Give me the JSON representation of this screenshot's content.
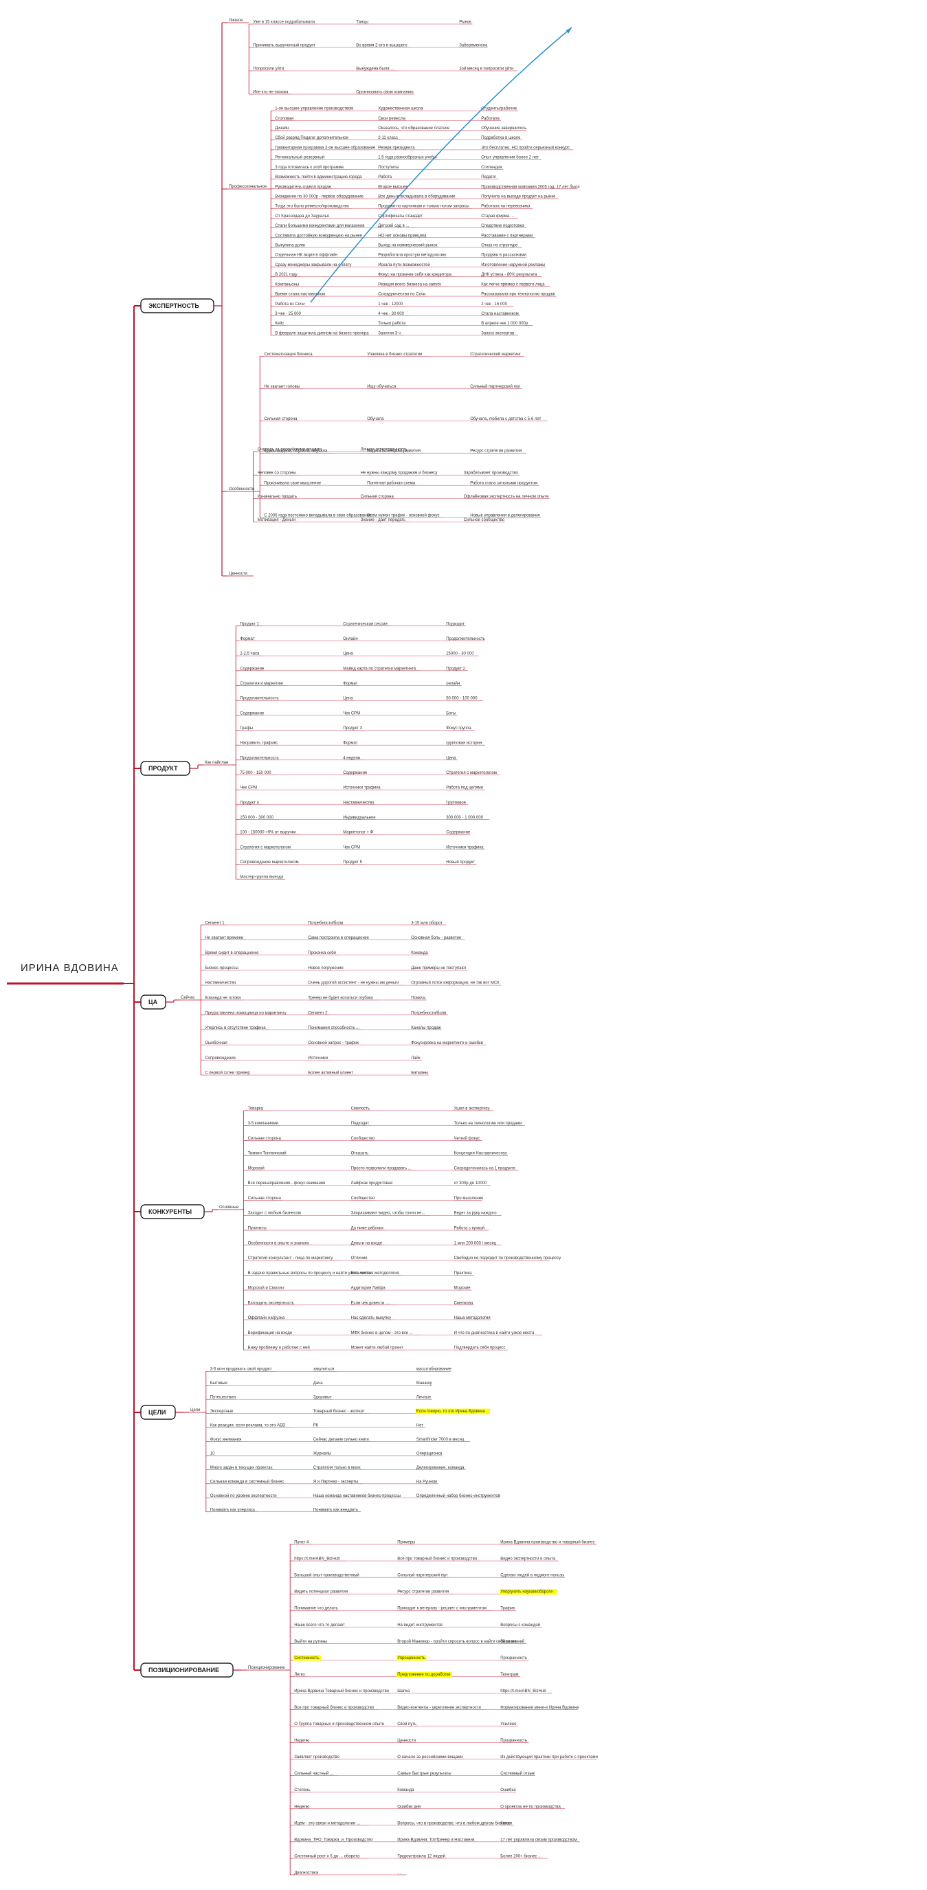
{
  "root": {
    "text": "ИРИНА ВДОВИНА"
  },
  "branches": [
    {
      "id": "expert",
      "label": "ЭКСПЕРТНОСТЬ",
      "groups": [
        {
          "label": "Личное",
          "items": [
            "Уже в 15 классе подрабатывала",
            "Танцы",
            "Рынок",
            "Принимать вырученный продукт",
            "Во время 2-ого в вышшего",
            "Забеременела",
            "Попросили уйти",
            "Вынуждена была ...",
            "2ой месяц в попросили уйти",
            "Ипе кто не похожа",
            "Организовать свою компанию"
          ]
        },
        {
          "label": "Профессиональное",
          "items": [
            "1-ое высшее управление производством",
            "Художественная школа",
            "Студенты/рабочие",
            "Столовая",
            "Свои ремесла",
            "Работала",
            "Дизайн",
            "Оказалось, что образование платное",
            "Обучение завершилось",
            "Сбой разряд Педагог дополнительное",
            "2-11 класс",
            "Подработка в школе",
            "Гуманитарная программа 2-ое высшее образование",
            "Резерв президента",
            "Это бесплатно, НО пройти серьезный конкурс",
            "Региональный резервный",
            "1.5 года разнообразных учебы",
            "Опыт управления более 2 лет",
            "3 года готовилась к этой программе",
            "Поступила",
            "Стипендия",
            "Возможность пойти в администрацию города",
            "Работа",
            "Педагог",
            "Руководитель отдела продаж",
            "Второе высшее",
            "Производственная компания 2005 год. 17 лет была",
            "Вхождение по 30 000р - первое оборудование",
            "Все деньги вкладывала в оборудование",
            "Получила на выходе продукт на рынке",
            "Тогда это было ремесло/производство",
            "Продажи по картинкам и только потом запросы",
            "Работала на перевозчика",
            "От Краснодара до Зауралья",
            "Сертификаты стандарт",
            "Старая фирма ...",
            "Стали большими конкурентами для магазинов",
            "Детский сад в ...",
            "Следствие подготовка",
            "Составила достойную конкуренцию на рынке",
            "НО нет основы принципа",
            "Расставание с партнерами",
            "Выкупила долю",
            "Выход на коммерческий рынок",
            "Отказ по структуре",
            "Отдельная НК акция в оффлайн",
            "Разработала простую методологию",
            "Продажи в рассылками",
            "Сразу менеджеры закрывали на оплату",
            "Искала пути возможностей",
            "Изготовление наружной рекламы",
            "В 2021 году",
            "Фокус на прокачке себя как кредитора",
            "ДНК успеха - 80% результата",
            "Компаньоны",
            "Реакция всего бизнеса на запуск",
            "Как легче пример с первого лица",
            "Время стала наставником",
            "Сотрудничество по Сочи",
            "Рассказывала про технологию продаж",
            "Работа из Сочи",
            "1 чек - 12000",
            "2 чек - 15 000",
            "3 чек - 25 000",
            "4 чек - 30 000",
            "Стала наставником",
            "Кейс",
            "Только работа",
            "В апреле чек 1 000 000р",
            "В феврале защитила диплом на бизнес-тренера",
            "Занятия 3 ч",
            "Запуск экспертов"
          ]
        },
        {
          "label": "Особенности",
          "items": [
            "Систематизация бизнеса",
            "Упаковка в бизнес-стратегии",
            "Стратегический маркетинг",
            "Не хватает головы",
            "Ищу обучаться",
            "Сильный партнерский пул",
            "Сильная сторона",
            "Обучала",
            "Обучала, любила с детства с 5-6 лет",
            "Курсы модели, обучала, обучала",
            "Видеть потенциал развития",
            "Ресурс стратегии развития",
            "Прокачивала свое мышление",
            "Понятная рабочая схема",
            "Работа стала сильными продуктом",
            "С 2005 года постоянно вкладывала в свое образование",
            "Всем нужен трафик - основной фокус",
            "Новые управления в делегирования"
          ]
        },
        {
          "label": "Ценности",
          "items": [
            "Мотивация - Деньги",
            "Знание - дает передать",
            "Сильное сообщество",
            "Изначально продать",
            "Сильная сторона",
            "Офлайновая экспертность на личном опыте",
            "Человек со стороны",
            "Не нужны каждому продажам и бизнесу",
            "Зарабатывает производство",
            "Очередь за российскими вещами",
            "Личная ответственность"
          ]
        }
      ]
    },
    {
      "id": "product",
      "label": "ПРОДУКТ",
      "groups": [
        {
          "label": "Как пайплан",
          "items": [
            "Продукт 1",
            "Стратегическая сессия",
            "Подходит",
            "Формат",
            "Онлайн",
            "Продолжительность",
            "2-2,5 часа",
            "Цена",
            "25000 - 30 000",
            "Содержание",
            "Майнд карта по стратегии маркетинга",
            "Продукт 2",
            "Стратегия и маркетинг",
            "Формат",
            "онлайн",
            "Продолжительность",
            "Цена",
            "50 000 - 100 000",
            "Содержание",
            "Чек СРМ",
            "Боты",
            "Графы",
            "Продукт 3",
            "Фокус группа",
            "Направить трафикс",
            "Формат",
            "групповая история",
            "Продолжительность",
            "4 недели",
            "Цена",
            "75 000 - 150 000",
            "Содержание",
            "Стратегия с маркетологом",
            "Чек СРМ",
            "Источники трафика",
            "Работа под целями",
            "Продукт 4",
            "Наставничество",
            "Групповое",
            "150 000 - 300 000",
            "Индивидуальное",
            "300 000 - 1 000 000",
            "100 - 150000 +9% от выручки",
            "Маркетолог + Ф",
            "Содержание",
            "Стратегия с маркетологом",
            "Чек СРМ",
            "Источники трафика",
            "Сопровождение маркетологом",
            "Продукт 5",
            "Новый продукт",
            "Мастер-группа выезда"
          ]
        }
      ]
    },
    {
      "id": "ca",
      "label": "ЦА",
      "groups": [
        {
          "label": "Сейчас",
          "items": [
            "Сегмент 1",
            "Потребности/боли",
            "3-15 млн оборот",
            "Не хватает времени",
            "Сама построила в операционке",
            "Основная боль - развитие",
            "Время сидит в операционке",
            "Прокачка себя",
            "Команда",
            "Бизнес-процессы",
            "Новое погружение",
            "Даже примеры не поступают",
            "Наставничество",
            "Очень дорогой ассистент - не нужны им деньги",
            "Огромный поток информации, не так вот МСК",
            "Команда не готова",
            "Тренер не будет копаться глубоко",
            "Помочь",
            "Предоставлена помощница по маркетингу",
            "Сегмент 2",
            "Потребности/боли",
            "Уперлись в отсутствие трафика",
            "Понимания способность ...",
            "Каналы продаж",
            "Ошибочная",
            "Основной запрос - трафик",
            "Фокусировка на маркетинге и ошибки",
            "Сопровождение",
            "Источники",
            "Лайк",
            "С первой сотни пример",
            "Более активный клиент",
            "Батманы"
          ]
        }
      ]
    },
    {
      "id": "competitors",
      "label": "КОНКУРЕНТЫ",
      "groups": [
        {
          "label": "Основные",
          "items": [
            "Товарка",
            "Смелость",
            "Ушел в экспертизу",
            "3-5 компаниями",
            "Подходят",
            "Только на технологию или продажи",
            "Сильная сторона",
            "Сообщество",
            "Четкий фокус",
            "Тимкин Тонгвинский",
            "Отказать",
            "Концепция Наставничества",
            "Морской",
            "Просто позволили продавать ...",
            "Сосредоточилась на 1 продукте",
            "Все перенаправления - фокус внимания",
            "Лайфхак продуктовая",
            "от 300р до 10000",
            "Сильная сторона",
            "Сообщество",
            "Про мышление",
            "Заходит с любым бизнесом",
            "Запрашивают видео, чтобы точно не...",
            "Ведет за руку каждого",
            "Пулинкты",
            "Да ниже рабочих",
            "Работа с кучкой",
            "Особенности в опыте и знаниях",
            "Деньги на входе",
            "1 млн 200 000 / месяц",
            "Стратегий консультант - лица по маркетингу",
            "Отличие",
            "Свободно не подходит по производственному процессу",
            "В задаче правильные вопросы по процессу и найти узкое место",
            "Есть четкая методология",
            "Практика",
            "Морской и Смолич",
            "Аудитория Лайфа",
            "Морские",
            "Вытащить экспертность",
            "Если чек довести ...",
            "Смелкова",
            "Оффлайн нагрузка",
            "Нас сделать выкупку",
            "Наша методология",
            "Верификация на входе",
            "МФК бизнес в целом - это все ...",
            "И что по диагностика в найти узкое места",
            "Вижу проблему и работаю с ней",
            "Может найти любой проект",
            "Подтвердить себя процесс"
          ]
        }
      ]
    },
    {
      "id": "goals",
      "label": "ЦЕЛИ",
      "groups": [
        {
          "label": "Цели",
          "items": [
            "3-5 млн продавать свой продукт",
            "закупиться",
            "масштабирование",
            "Бытовые",
            "Дача",
            "Машину",
            "Путешествия",
            "Здоровье",
            "Личные",
            "Экспертные",
            "Товарный бизнес - эксперт",
            "Если говорю, то это Ирина Вдовина",
            "Как реакция, если реклама, то это АБВ",
            "РК",
            "Нет",
            "Фокус внимания",
            "Сейчас делаем сильно книги",
            "Smartfinder 7000 в месяц",
            "10",
            "Журналы",
            "Операционка",
            "Много задач в текущих проектах",
            "Стратегия только в моих",
            "Делегирование, команда",
            "Сильная команда в системный бизнес",
            "Я и Партнер - эксперты",
            "На Ручном",
            "Основной по уровню экспертности",
            "Наша команда наставников бизнес-процессы",
            "Определенный набор бизнес-инструментов",
            "Понимать как уперлись",
            "Понимать как внедрить"
          ]
        }
      ]
    },
    {
      "id": "position",
      "label": "ПОЗИЦИОНИРОВАНИЕ",
      "groups": [
        {
          "label": "Позиционирование",
          "items": [
            "Пункт 4",
            "Примеры",
            "Ирина Вдовина производство и товарный бизнес",
            "https://t.me/ABN_BizHub",
            "Все про товарный бизнес и производство",
            "Видео экспертности и опыта",
            "Большой опыт производственный",
            "Сильный партнерский пул",
            "Сделаю людей в подмоге пользы",
            "Видеть потенциал развития",
            "Ресурс стратегии развития",
            "Упор/учить наукам/обороте",
            "Понимание что делать",
            "Приходит к ветерану - решает с инструментом",
            "Трафик",
            "Наше всего что-то делают",
            "На видит инструментов",
            "Вопросы с командой",
            "Выйти на рутины",
            "Второй Маникюр - пройти спросить вопрос в найти свой ответ",
            "Вера знаний",
            "Системность",
            "Упрощенность",
            "Прозрачность",
            "Легко",
            "Предложение по доработке",
            "Телеграм",
            "Ирина Вдовина Товарный бизнес и производство",
            "Шапка",
            "https://t.me/ABN_BizHub",
            "Все про товарный бизнес и производство",
            "Видео-контенты - укрепление экспертности",
            "Форматирование мини-и Ирина Вдовина",
            "О Группа товарных и производственном опыте",
            "Свой путь",
            "Усилено",
            "Неделю",
            "Ценности",
            "Прозрачность",
            "Заявляет производство",
            "О начало за российскими вещами",
            "Из действующий практики при работе с проектами",
            "Сильный частный ...",
            "Самые быстрые результаты",
            "Системный отзыв",
            "Степень",
            "Команда",
            "Ошибка",
            "Неделю",
            "Ошибки дня",
            "О проектах не по производства",
            "Идем - это связи и методологии ...",
            "Вопросы, что в производстве, что в любом другом бизнесе",
            "Канал",
            "Вдовина_ТРО_Товарка_и_Производство",
            "Ирина Вдовина: ТопТренер и Наставник",
            "17 лет управляла своим производством",
            "Системный рост х 5 до ... оборота",
            "Трудоустроила 12 людей",
            "Более 200+ бизнес ...",
            "Диагностика",
            "..."
          ]
        }
      ]
    }
  ]
}
